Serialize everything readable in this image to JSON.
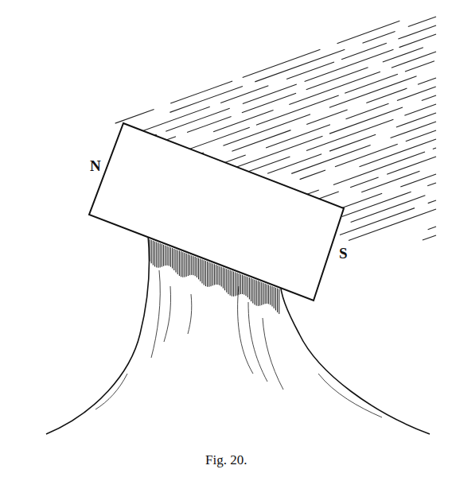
{
  "diagram": {
    "caption": "Fig. 20.",
    "labels": [
      "N",
      "S"
    ]
  }
}
